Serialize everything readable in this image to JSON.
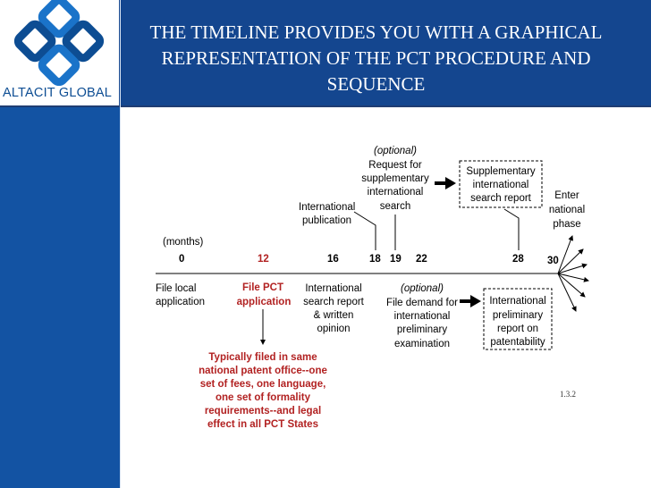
{
  "brand": {
    "name": "ALTACIT GLOBAL"
  },
  "title": "THE TIMELINE PROVIDES YOU WITH A GRAPHICAL REPRESENTATION OF THE PCT PROCEDURE AND SEQUENCE",
  "colors": {
    "header": "#14468f",
    "sidebar": "#1353a3",
    "accent_red": "#b22222"
  },
  "timeline": {
    "unit_label": "(months)",
    "ticks": [
      "0",
      "12",
      "16",
      "18",
      "19",
      "22",
      "28",
      "30"
    ]
  },
  "events": {
    "file_local": [
      "File local",
      "application"
    ],
    "file_pct": [
      "File PCT",
      "application"
    ],
    "search_report": [
      "International",
      "search report",
      "& written",
      "opinion"
    ],
    "publication": [
      "International",
      "publication"
    ],
    "request_supp_optional": "(optional)",
    "request_supp": [
      "Request for",
      "supplementary",
      "international",
      "search"
    ],
    "supp_report": [
      "Supplementary",
      "international",
      "search report"
    ],
    "demand_optional": "(optional)",
    "demand": [
      "File demand for",
      "international",
      "preliminary",
      "examination"
    ],
    "iprp": [
      "International",
      "preliminary",
      "report on",
      "patentability"
    ],
    "national_phase": [
      "Enter",
      "national",
      "phase"
    ]
  },
  "pct_note": [
    "Typically filed in same",
    "national patent office--one",
    "set of fees, one language,",
    "one set of formality",
    "requirements--and legal",
    "effect in all PCT States"
  ],
  "slide_ref": "1.3.2"
}
